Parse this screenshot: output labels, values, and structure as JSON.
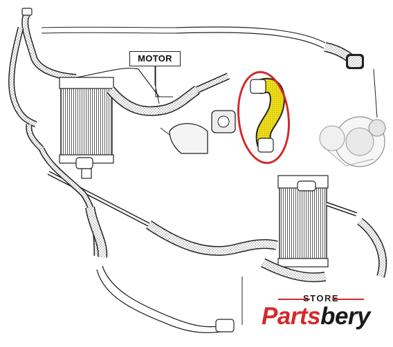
{
  "diagram": {
    "label_motor": "MOTOR",
    "highlight_color": "#d42a2a",
    "hose_highlight_fill": "#f2e21a"
  },
  "brand": {
    "store": "STORE",
    "name_part1": "Parts",
    "name_part2": "bery",
    "accent": "#d42a2a"
  }
}
